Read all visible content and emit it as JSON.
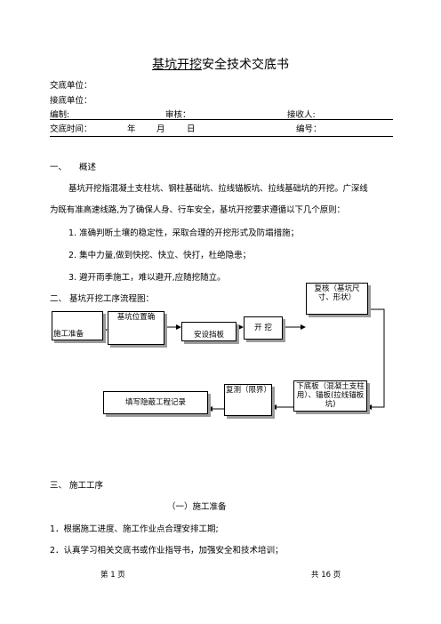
{
  "title": {
    "main": "基坑开挖",
    "rest": "安全技术交底书"
  },
  "header": {
    "sender_label": "交底单位：",
    "receiver_label": "接底单位：",
    "compiler_label": "编制:",
    "reviewer_label": "审核：",
    "recipient_label": "接收人:",
    "time_label": "交底时间：",
    "year": "年",
    "month": "月",
    "day": "日",
    "number_label": "编号："
  },
  "section1": {
    "heading_num": "一、",
    "heading": "概述",
    "para_line1": "基坑开挖指混凝土支柱坑、钢柱基础坑、拉线锚板坑、拉线基础坑的开挖。广深线",
    "para_line2": "为既有准高速线路,为了确保人身、行车安全，基坑开挖要求遵循以下几个原则：",
    "items": [
      "1.  准确判断土壤的稳定性，采取合理的开挖形式及防塌措施；",
      "2.  集中力量,做到快挖、快立、快打，杜绝隐患；",
      "3.  避开雨季施工，难以避开,应随挖随立。"
    ]
  },
  "section2": {
    "heading": "二、  基坑开挖工序流程图："
  },
  "flow": {
    "step1": "施工准备",
    "step2": "基坑位置确",
    "step3": "安设挡板",
    "step4": "开  挖",
    "step5": "复核（基坑尺寸、形状）",
    "step6": "下底板（混凝土支柱用）、锚板(拉线锚板坑)",
    "step7": "复测（限界）",
    "step8": "填写隐蔽工程记录"
  },
  "section3": {
    "heading": "三、  施工工序",
    "sub": "（一）施工准备",
    "items": [
      "1．根据施工进度、施工作业点合理安排工期;",
      "2．认真学习相关交底书或作业指导书，加强安全和技术培训；"
    ]
  },
  "footer": {
    "page": "第 1 页",
    "total": "共 16 页"
  }
}
